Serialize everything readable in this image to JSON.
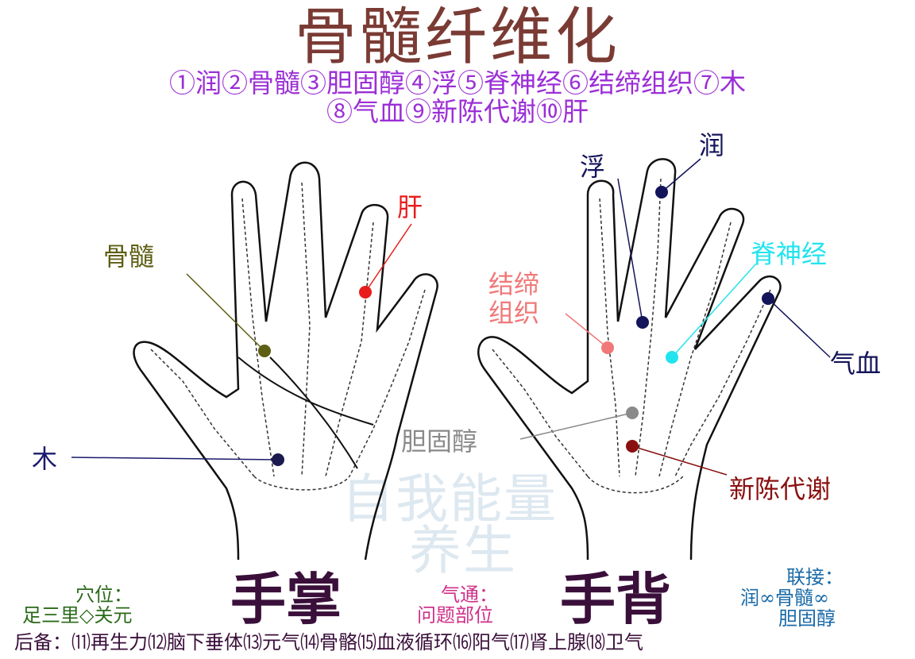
{
  "title": "骨髓纤维化",
  "legend_line1": "①润②骨髓③胆固醇④浮⑤脊神经⑥结缔组织⑦木",
  "legend_line2": "⑧气血⑨新陈代谢⑩肝",
  "labels": {
    "gan": "肝",
    "gusui": "骨髓",
    "mu": "木",
    "danguchun": "胆固醇",
    "fu": "浮",
    "run": "润",
    "jishenjing": "脊神经",
    "jiedi_1": "结缔",
    "jiedi_2": "组织",
    "qixue": "气血",
    "xinchen": "新陈代谢"
  },
  "watermark_1": "自我能量",
  "watermark_2": "养生",
  "bottom": {
    "xuewei_title": "穴位：",
    "xuewei_value": "足三里◇关元",
    "palm_label": "手掌",
    "qitong_title": "气通：",
    "qitong_value": "问题部位",
    "back_label": "手背",
    "lianjie_title": "联接：",
    "lianjie_line1": "润∞骨髓∞",
    "lianjie_line2": "胆固醇"
  },
  "footer": "后备：⑾再生力⑿脑下垂体⒀元气⒁骨骼⒂血液循环⒃阳气⒄肾上腺⒅卫气",
  "colors": {
    "title": "#7a3b34",
    "legend": "#9b2fd6",
    "gan": "#e81c1c",
    "gusui": "#5e5e14",
    "mu": "#1a1a6e",
    "danguchun": "#8a8a8a",
    "fu": "#14145a",
    "run": "#14145a",
    "jishenjing": "#22e4ee",
    "jiedi": "#f07878",
    "qixue": "#14145a",
    "xinchen": "#8a1010",
    "xuewei": "#2a6a1a",
    "palm_big": "#3a0f3a",
    "qitong": "#d0308a",
    "lianjie": "#1a6aa8",
    "footer": "#3a0f3a"
  }
}
